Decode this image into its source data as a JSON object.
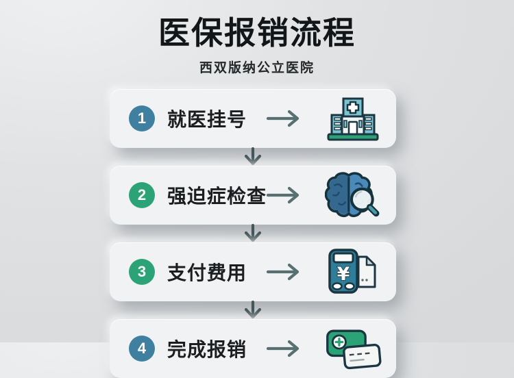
{
  "page": {
    "title": "医保报销流程",
    "subtitle": "西双版纳公立医院"
  },
  "steps": [
    {
      "number": "1",
      "label": "就医挂号",
      "badge_color": "#3f7fa0",
      "icon": "hospital-icon"
    },
    {
      "number": "2",
      "label": "强迫症检查",
      "badge_color": "#2ba377",
      "icon": "brain-magnifier-icon"
    },
    {
      "number": "3",
      "label": "支付费用",
      "badge_color": "#2ba377",
      "icon": "payment-terminal-icon"
    },
    {
      "number": "4",
      "label": "完成报销",
      "badge_color": "#3f7fa0",
      "icon": "insurance-card-icon"
    }
  ],
  "icons": {
    "step_pointer": "right-arrow",
    "step_connector": "down-arrow",
    "payment_symbol": "¥"
  },
  "colors": {
    "background": "#dcdee0",
    "card": "#f1f2f3",
    "badge_blue": "#3f7fa0",
    "badge_green": "#2ba377",
    "right_arrow": "#577074",
    "down_arrow": "#44565a",
    "title_text": "#131618",
    "icon_outline": "#1b3640",
    "icon_teal": "#7cc3d2",
    "icon_blue": "#4b89b8",
    "accent_green": "#2ba377"
  }
}
